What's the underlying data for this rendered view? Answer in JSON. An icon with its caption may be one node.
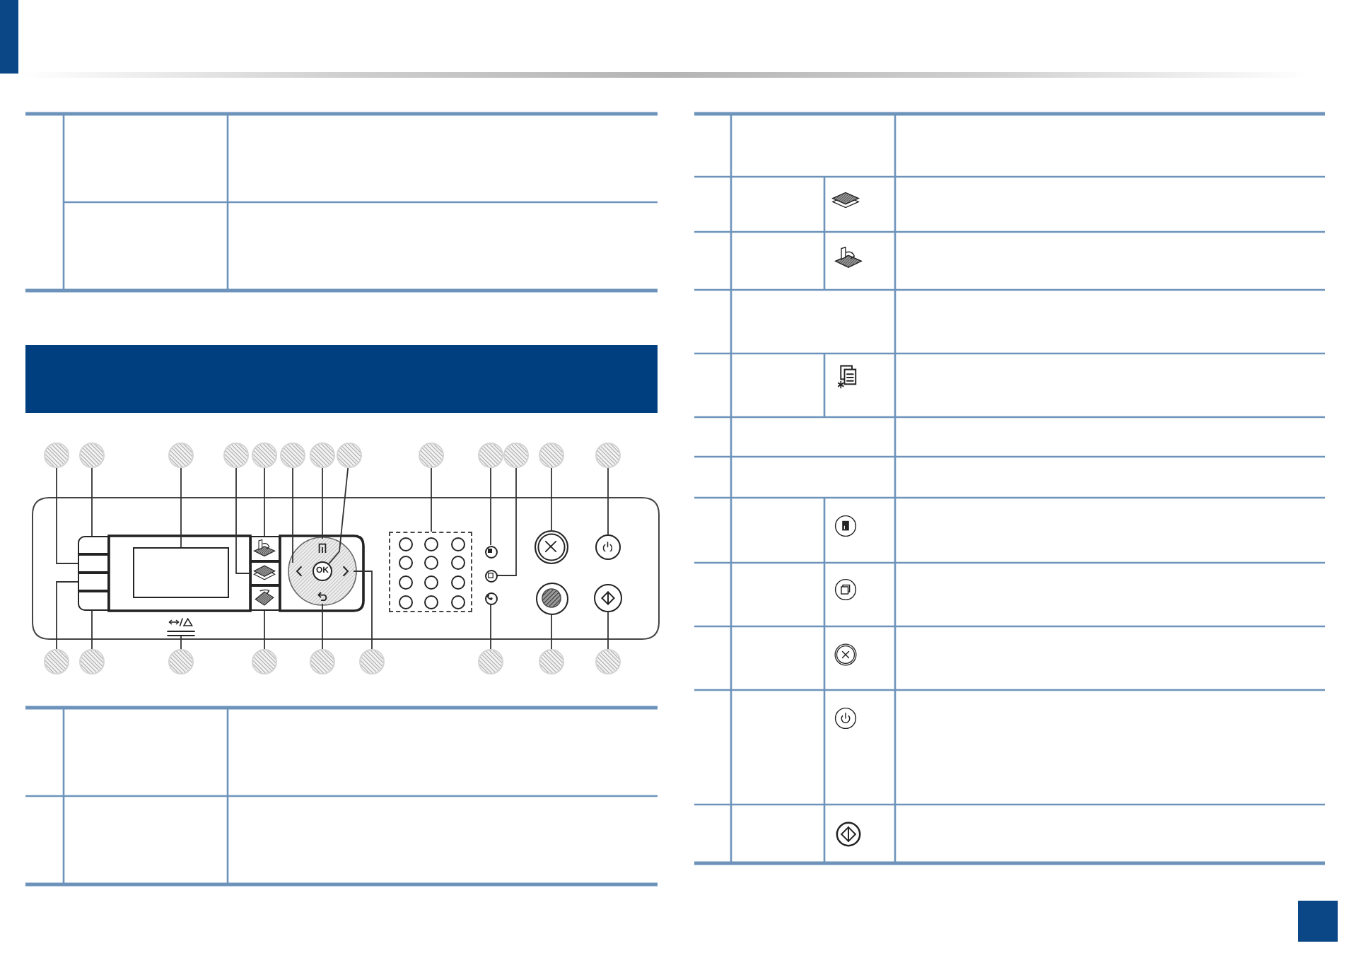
{
  "diagram": {
    "nodes": [
      {
        "text": [],
        "shape": "box"
      },
      {
        "text": [],
        "shape": "circle"
      },
      {
        "text": [],
        "shape": "circle"
      },
      {
        "text": [],
        "shape": "circle"
      },
      {
        "text": [],
        "shape": "circle"
      },
      {
        "text": [],
        "shape": "circle"
      },
      {
        "text": [],
        "shape": "circle"
      },
      {
        "text": [],
        "shape": "circle"
      },
      {
        "text": [],
        "shape": "circle"
      },
      {
        "text": [],
        "shape": "circle"
      },
      {
        "text": [],
        "shape": "circle"
      },
      {
        "text": [],
        "shape": "circle"
      },
      {
        "text": [],
        "shape": "circle"
      },
      {
        "text": [],
        "shape": "circle"
      },
      {
        "text": [],
        "shape": "box"
      },
      {
        "text": [],
        "shape": "box"
      },
      {
        "text": [],
        "shape": "box"
      },
      {
        "text": [],
        "shape": "box"
      },
      {
        "text": [],
        "shape": "box"
      },
      {
        "text": [],
        "shape": "bar"
      },
      {
        "text": [],
        "shape": "box"
      },
      {
        "text": [],
        "shape": "box"
      },
      {
        "text": [],
        "shape": "box"
      },
      {
        "text": [],
        "shape": "picture"
      },
      {
        "text": [],
        "shape": "picture"
      },
      {
        "text": [
          "OK"
        ]
      },
      {
        "text": [],
        "shape": "picture"
      },
      {
        "text": [],
        "shape": "picture"
      },
      {
        "text": [],
        "shape": "box"
      },
      {
        "text": [],
        "shape": "circle"
      },
      {
        "text": [],
        "shape": "circle"
      },
      {
        "text": [],
        "shape": "circle"
      },
      {
        "text": [],
        "shape": "circle"
      },
      {
        "text": [],
        "shape": "circle"
      },
      {
        "text": [],
        "shape": "circle"
      },
      {
        "text": [],
        "shape": "circle"
      },
      {
        "text": [],
        "shape": "circle"
      },
      {
        "text": [],
        "shape": "circle"
      },
      {
        "text": [],
        "shape": "circle"
      },
      {
        "text": [],
        "shape": "circle"
      },
      {
        "text": [],
        "shape": "circle"
      },
      {
        "text": [],
        "shape": "circle"
      },
      {
        "text": [],
        "shape": "circle"
      },
      {
        "text": [],
        "shape": "circle"
      },
      {
        "text": [],
        "shape": "circle"
      },
      {
        "text": [],
        "shape": "box"
      }
    ],
    "edges": [
      {
        "from": 1,
        "to": 15,
        "arrow": "none"
      },
      {
        "from": 2,
        "to": 14,
        "arrow": "none"
      },
      {
        "from": 3,
        "to": 18,
        "arrow": "none"
      },
      {
        "from": 4,
        "to": 21,
        "arrow": "none"
      },
      {
        "from": 5,
        "to": 20,
        "arrow": "none"
      },
      {
        "from": 6,
        "to": 24,
        "arrow": "none"
      },
      {
        "from": 7,
        "to": 23,
        "arrow": "none"
      },
      {
        "from": 8,
        "to": 25,
        "arrow": "none"
      },
      {
        "from": 9,
        "to": 28,
        "arrow": "none"
      },
      {
        "from": 10,
        "to": 29,
        "arrow": "none"
      },
      {
        "from": 11,
        "to": 30,
        "arrow": "none"
      },
      {
        "from": 12,
        "to": 32,
        "arrow": "none"
      },
      {
        "from": 13,
        "to": 33,
        "arrow": "none"
      },
      {
        "from": 36,
        "to": 16,
        "arrow": "none"
      },
      {
        "from": 37,
        "to": 17,
        "arrow": "none"
      },
      {
        "from": 38,
        "to": 19,
        "arrow": "none"
      },
      {
        "from": 39,
        "to": 22,
        "arrow": "none"
      },
      {
        "from": 40,
        "to": 27,
        "arrow": "none"
      },
      {
        "from": 41,
        "to": 26,
        "arrow": "none"
      },
      {
        "from": 42,
        "to": 31,
        "arrow": "none"
      },
      {
        "from": 43,
        "to": 34,
        "arrow": "none"
      },
      {
        "from": 44,
        "to": 35,
        "arrow": "none"
      }
    ]
  }
}
